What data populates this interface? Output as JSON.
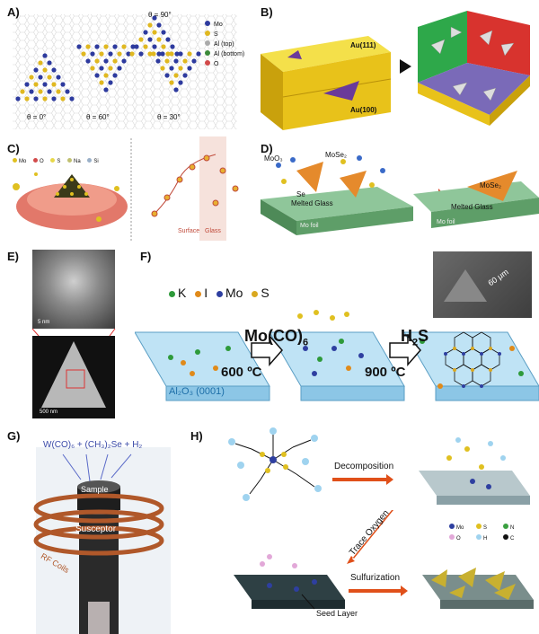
{
  "panels": {
    "a": {
      "label": "A)",
      "angles_top": [
        "θ = 90°"
      ],
      "angles_bottom": [
        "θ = 0°",
        "θ = 60°",
        "θ = 30°"
      ],
      "legend": [
        "Mo",
        "S",
        "Al (top)",
        "Al (bottom)",
        "O"
      ],
      "legend_colors": [
        "#2d3a9e",
        "#e0b820",
        "#aaaaaa",
        "#3a8a3a",
        "#d24a4a"
      ]
    },
    "b": {
      "label": "B)",
      "substrate_top": "Au(111)",
      "substrate_bottom": "Au(100)"
    },
    "c": {
      "label": "C)",
      "legend": [
        "Mo",
        "O",
        "S",
        "Na",
        "Si"
      ],
      "surface": "Surface",
      "glass": "Glass"
    },
    "d": {
      "label": "D)",
      "moo3": "MoO₃",
      "mose2_left": "MoSe₂",
      "se": "Se",
      "melted_glass_left": "Melted Glass",
      "mo_foil_left": "Mo foil",
      "mose2_right": "MoSe₂",
      "melted_glass_right": "Melted Glass",
      "mo_foil_right": "Mo foil"
    },
    "e": {
      "label": "E)",
      "scale_top": "5 nm",
      "scale_bottom": "500 nm"
    },
    "f": {
      "label": "F)",
      "legend": [
        "K",
        "I",
        "Mo",
        "S"
      ],
      "legend_colors": [
        "#2e9a3a",
        "#e08a1a",
        "#2e3fa0",
        "#d9a820"
      ],
      "precursor_1": "Mo(CO)",
      "precursor_1_sub": "6",
      "precursor_2": "H",
      "precursor_2_sub": "2",
      "precursor_2_tail": "S",
      "temp_1": "600 ºC",
      "temp_2": "900 ºC",
      "substrate": "Al₂O₃ (0001)",
      "scale": "60 μm"
    },
    "g": {
      "label": "G)",
      "reactants": "W(CO)₆ + (CH₃)₂Se + H₂",
      "sample": "Sample",
      "susceptor": "Susceptor",
      "rf_coils": "RF Coils"
    },
    "h": {
      "label": "H)",
      "step_1": "Decomposition",
      "step_2": "Trace Oxygen",
      "step_3": "Sulfurization",
      "seed_layer": "Seed Layer",
      "legend": [
        "Mo",
        "S",
        "N",
        "O",
        "H",
        "C"
      ],
      "legend_colors": [
        "#2e3fa0",
        "#e0c020",
        "#3aa040",
        "#e2a8d8",
        "#9fd3ef",
        "#111111"
      ]
    }
  }
}
